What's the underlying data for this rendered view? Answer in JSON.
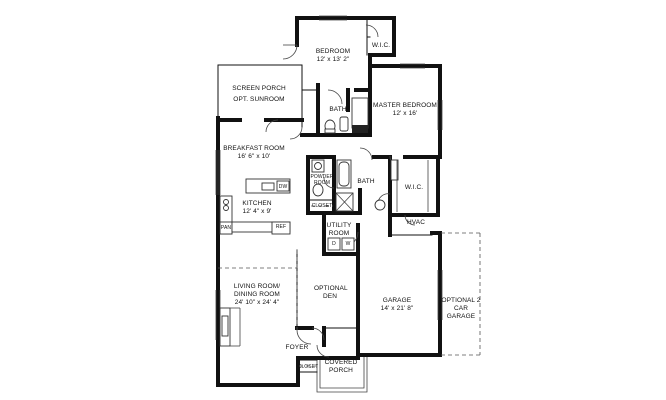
{
  "rooms": {
    "bedroom": {
      "name": "BEDROOM",
      "size": "12' x 13' 2\""
    },
    "wic_top": {
      "name": "W.I.C."
    },
    "screen_porch": {
      "name": "SCREEN PORCH",
      "option": "OPT. SUNROOM"
    },
    "bath_upper": {
      "name": "BATH"
    },
    "master_bedroom": {
      "name": "MASTER BEDROOM",
      "size": "12' x 16'"
    },
    "breakfast_room": {
      "name": "BREAKFAST ROOM",
      "size": "16' 6\" x 10'"
    },
    "powder_room": {
      "name": "POWDER ROOM"
    },
    "bath_master": {
      "name": "BATH"
    },
    "wic_master": {
      "name": "W.I.C."
    },
    "kitchen": {
      "name": "KITCHEN",
      "size": "12' 4\" x 9'"
    },
    "closet_utility": {
      "name": "CLOSET"
    },
    "hvac": {
      "name": "HVAC"
    },
    "utility_room": {
      "name": "UTILITY ROOM"
    },
    "living_dining": {
      "name": "LIVING ROOM/ DINING ROOM",
      "size": "24' 10\" x 24' 4\""
    },
    "optional_den": {
      "name": "OPTIONAL DEN"
    },
    "garage": {
      "name": "GARAGE",
      "size": "14' x 21' 8\""
    },
    "optional_garage": {
      "name": "OPTIONAL 2 CAR GARAGE"
    },
    "foyer": {
      "name": "FOYER"
    },
    "closet_foyer": {
      "name": "CLOSET"
    },
    "covered_porch": {
      "name": "COVERED PORCH"
    }
  },
  "fixtures": {
    "dishwasher": "DW",
    "pantry": "PAN",
    "refrigerator": "REF",
    "dryer": "D",
    "washer": "W"
  }
}
